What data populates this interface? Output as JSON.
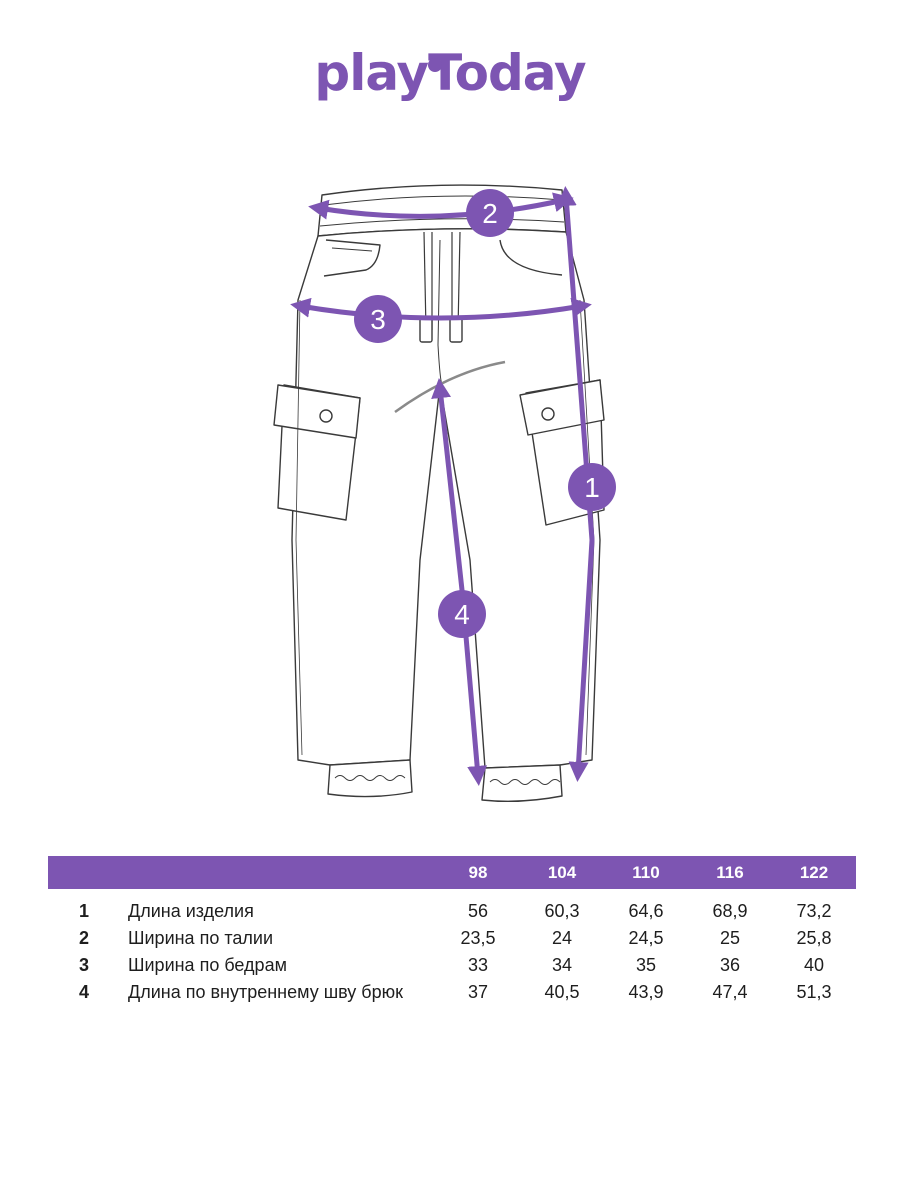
{
  "brand": {
    "name": "playToday",
    "accent_color": "#7d55b2"
  },
  "diagram": {
    "markers": [
      {
        "label": "1",
        "meaning": "length"
      },
      {
        "label": "2",
        "meaning": "waist"
      },
      {
        "label": "3",
        "meaning": "hips"
      },
      {
        "label": "4",
        "meaning": "inseam"
      }
    ]
  },
  "size_table": {
    "sizes": [
      "98",
      "104",
      "110",
      "116",
      "122"
    ],
    "rows": [
      {
        "num": "1",
        "name": "Длина изделия",
        "values": [
          "56",
          "60,3",
          "64,6",
          "68,9",
          "73,2"
        ]
      },
      {
        "num": "2",
        "name": "Ширина по талии",
        "values": [
          "23,5",
          "24",
          "24,5",
          "25",
          "25,8"
        ]
      },
      {
        "num": "3",
        "name": "Ширина по бедрам",
        "values": [
          "33",
          "34",
          "35",
          "36",
          "40"
        ]
      },
      {
        "num": "4",
        "name": "Длина по внутреннему шву брюк",
        "values": [
          "37",
          "40,5",
          "43,9",
          "47,4",
          "51,3"
        ]
      }
    ]
  }
}
